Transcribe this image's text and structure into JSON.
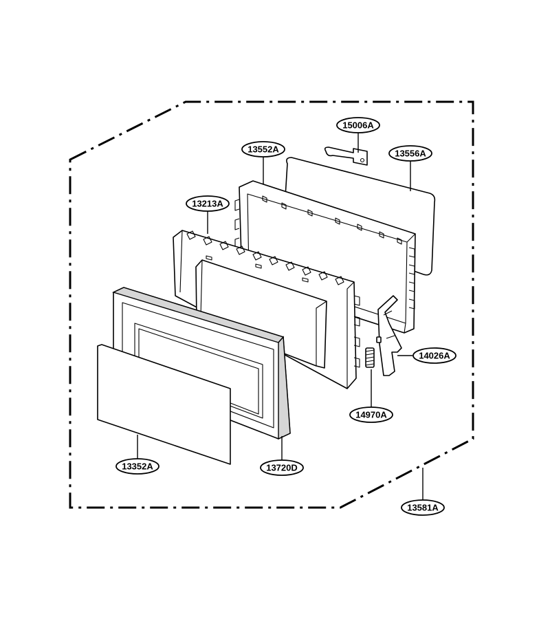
{
  "diagram": {
    "callouts": [
      {
        "id": "15006A",
        "label": "15006A"
      },
      {
        "id": "13552A",
        "label": "13552A"
      },
      {
        "id": "13556A",
        "label": "13556A"
      },
      {
        "id": "13213A",
        "label": "13213A"
      },
      {
        "id": "14026A",
        "label": "14026A"
      },
      {
        "id": "14970A",
        "label": "14970A"
      },
      {
        "id": "13352A",
        "label": "13352A"
      },
      {
        "id": "13720D",
        "label": "13720D"
      },
      {
        "id": "13581A",
        "label": "13581A"
      }
    ]
  }
}
